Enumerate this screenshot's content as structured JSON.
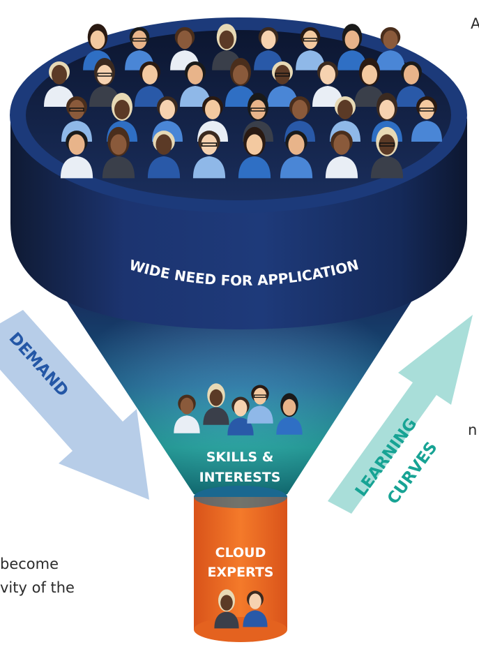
{
  "background_text": {
    "line1_fragment": "A",
    "line2_fragment": "n",
    "line3_fragment": "become",
    "line4_fragment": "vity of the"
  },
  "funnel": {
    "top_label": "WIDE NEED FOR APPLICATION",
    "middle_label_line1": "SKILLS &",
    "middle_label_line2": "INTERESTS",
    "bottom_label_line1": "CLOUD",
    "bottom_label_line2": "EXPERTS"
  },
  "arrows": {
    "left_label": "DEMAND",
    "right_label_line1": "LEARNING",
    "right_label_line2": "CURVES"
  },
  "colors": {
    "rim_dark": "#14213f",
    "rim_mid": "#1d3a78",
    "cone_top": "#1e3c7e",
    "cone_bottom": "#19b3a6",
    "spout_orange": "#f06a22",
    "demand_arrow": "#b7cde8",
    "demand_text": "#2457a6",
    "learning_arrow": "#a9ded9",
    "learning_text": "#17a394"
  },
  "icons": [
    "crowd-icon",
    "team-icon",
    "duo-icon"
  ]
}
